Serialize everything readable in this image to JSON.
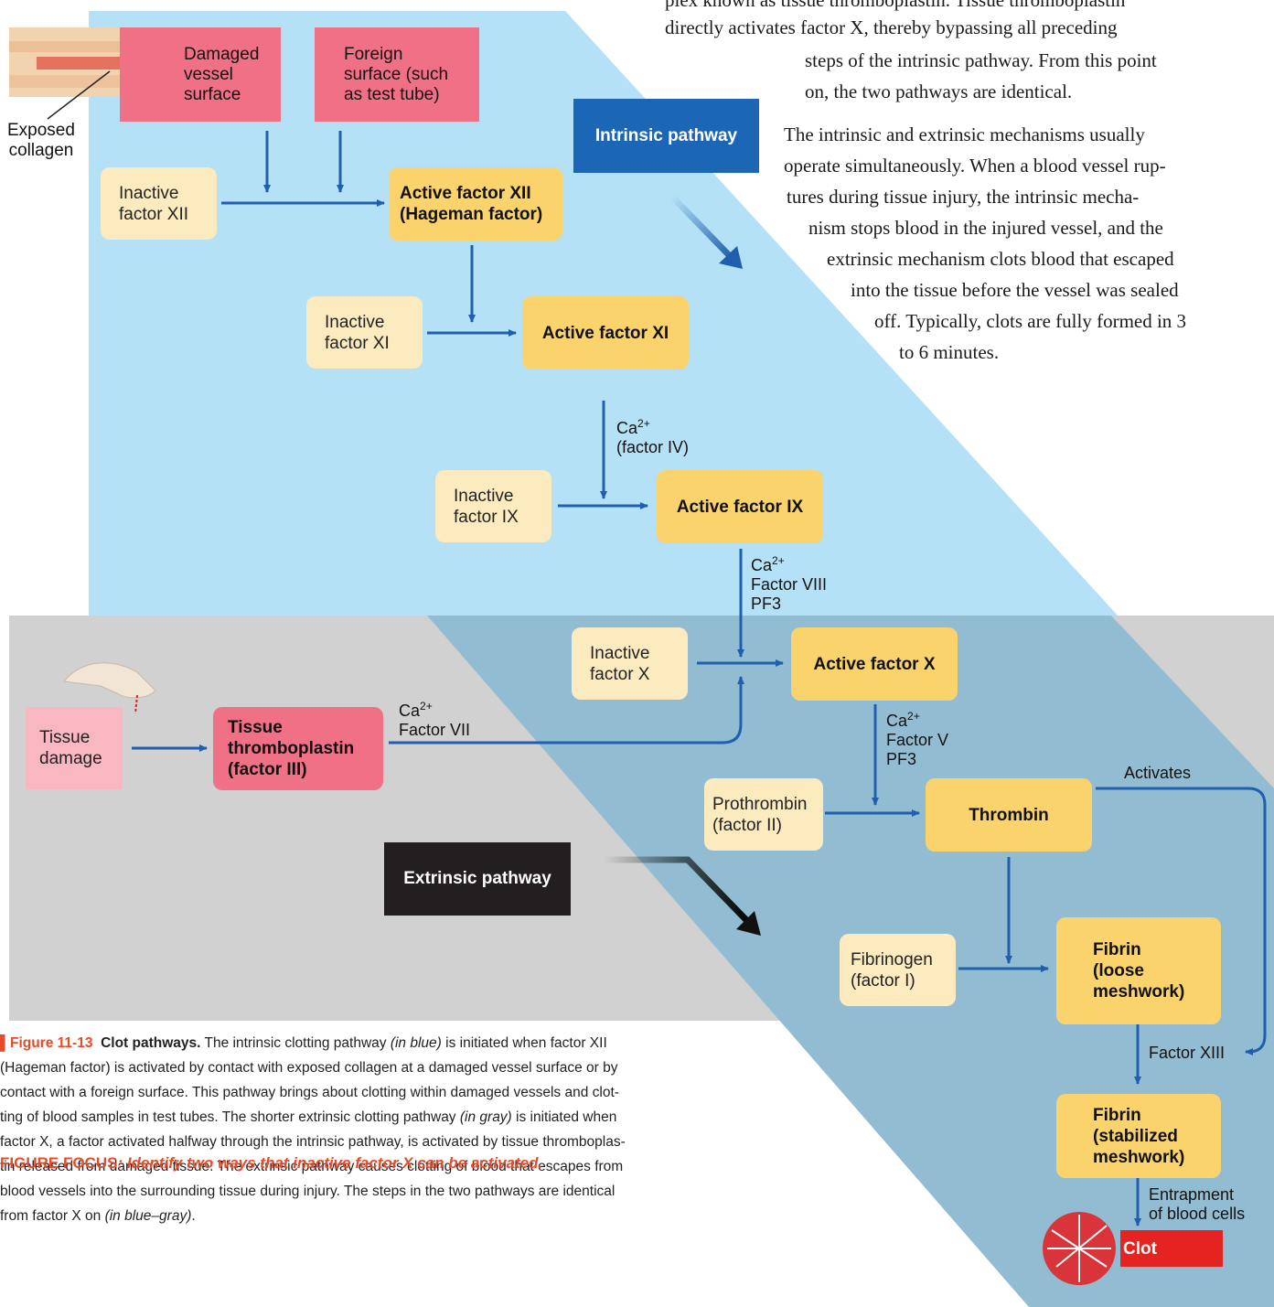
{
  "text_top": [
    "plex known as tissue thromboplastin. Tissue thromboplastin",
    "directly activates factor X, thereby bypassing all preceding",
    "steps of the intrinsic pathway. From this point",
    "on, the two pathways are identical."
  ],
  "text_body": [
    "The intrinsic and extrinsic mechanisms usually",
    "operate simultaneously. When a blood vessel rup-",
    "tures during tissue injury, the intrinsic mecha-",
    "nism stops blood in the injured vessel, and the",
    "extrinsic mechanism clots blood that escaped",
    "into the tissue before the vessel was sealed",
    "off. Typically, clots are fully formed in 3",
    "to 6 minutes."
  ],
  "labels": {
    "exposed_collagen": [
      "Exposed",
      "collagen"
    ],
    "damaged_vessel": [
      "Damaged",
      "vessel",
      "surface"
    ],
    "foreign_surface": [
      "Foreign",
      "surface (such",
      "as test tube)"
    ],
    "intrinsic_pathway": "Intrinsic pathway",
    "extrinsic_pathway": "Extrinsic pathway",
    "inactive_xii": [
      "Inactive",
      "factor XII"
    ],
    "active_xii": [
      "Active factor XII",
      "(Hageman factor)"
    ],
    "inactive_xi": [
      "Inactive",
      "factor XI"
    ],
    "active_xi": "Active factor XI",
    "ca_iv": [
      "Ca",
      "2+",
      "(factor IV)"
    ],
    "inactive_ix": [
      "Inactive",
      "factor IX"
    ],
    "active_ix": "Active factor IX",
    "ca_viii": [
      "Ca",
      "2+",
      "Factor VIII",
      "PF3"
    ],
    "inactive_x": [
      "Inactive",
      "factor X"
    ],
    "active_x": "Active factor X",
    "tissue_damage": [
      "Tissue",
      "damage"
    ],
    "tissue_thromboplastin": [
      "Tissue",
      "thromboplastin",
      "(factor III)"
    ],
    "ca_vii": [
      "Ca",
      "2+",
      "Factor VII"
    ],
    "ca_v": [
      "Ca",
      "2+",
      "Factor V",
      "PF3"
    ],
    "prothrombin": [
      "Prothrombin",
      "(factor II)"
    ],
    "thrombin": "Thrombin",
    "activates": "Activates",
    "fibrinogen": [
      "Fibrinogen",
      "(factor I)"
    ],
    "fibrin_loose": [
      "Fibrin",
      "(loose",
      "meshwork)"
    ],
    "factor_xiii": "Factor XIII",
    "fibrin_stabilized": [
      "Fibrin",
      "(stabilized",
      "meshwork)"
    ],
    "entrapment": [
      "Entrapment",
      "of blood cells"
    ],
    "clot": "Clot"
  },
  "caption": {
    "figure_number": "Figure 11-13",
    "title": "Clot pathways.",
    "body": "The intrinsic clotting pathway (in blue) is initiated when factor XII (Hageman factor) is activated by contact with exposed collagen at a damaged vessel surface or by contact with a foreign surface. This pathway brings about clotting within damaged vessels and clotting of blood samples in test tubes. The shorter extrinsic clotting pathway (in gray) is initiated when factor X, a factor activated halfway through the intrinsic pathway, is activated by tissue thromboplastin released from damaged tissue. The extrinsic pathway causes clotting of blood that escapes from blood vessels into the surrounding tissue during injury. The steps in the two pathways are identical from factor X on (in blue–gray).",
    "lines": [
      "(Hageman factor) is activated by contact with exposed collagen at a damaged vessel surface or by",
      "contact with a foreign surface. This pathway brings about clotting within damaged vessels and clot-",
      "ting of blood samples in test tubes. The shorter extrinsic clotting pathway ",
      "(in gray)",
      " is initiated when",
      "factor X, a factor activated halfway through the intrinsic pathway, is activated by tissue thromboplas-",
      "tin released from damaged tissue. The extrinsic pathway causes clotting of blood that escapes from",
      "blood vessels into the surrounding tissue during injury. The steps in the two pathways are identical",
      "from factor X on ",
      "(in blue–gray)",
      ".",
      "The intrinsic clotting pathway ",
      "(in blue)",
      " is initiated when factor XII"
    ],
    "focus_label": "FIGURE FOCUS",
    "focus_text": ": Identify two ways that inactive factor X can be activated."
  }
}
